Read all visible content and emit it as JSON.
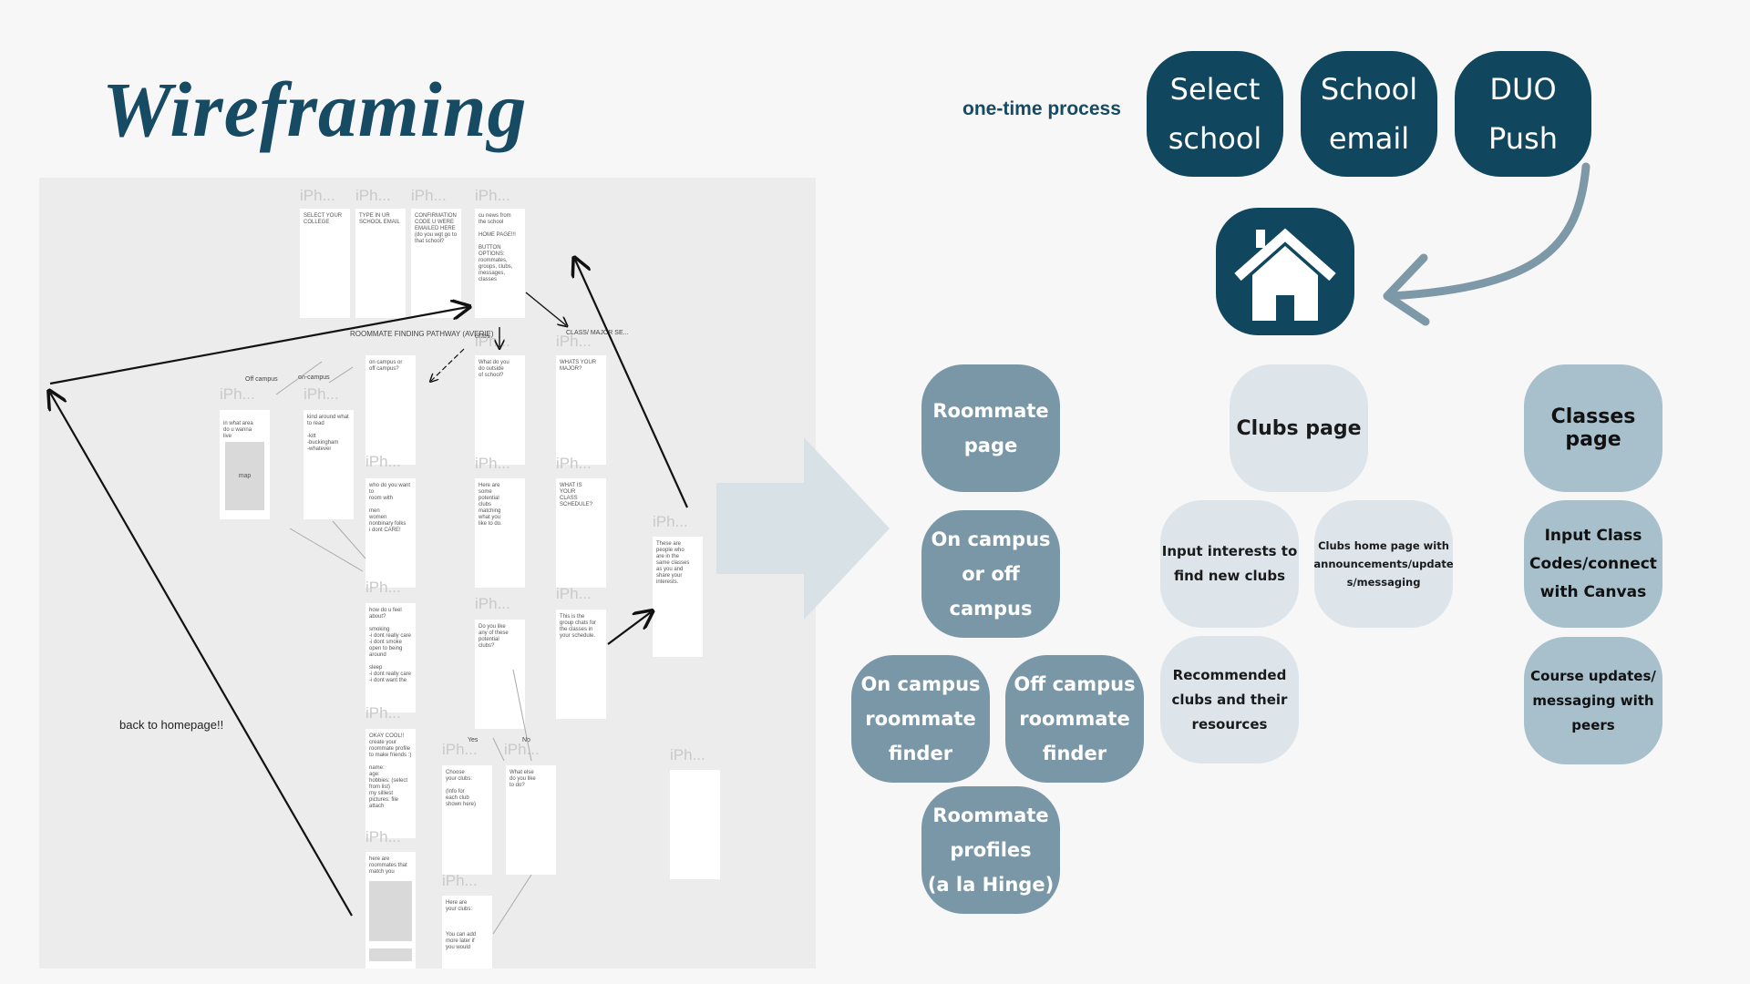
{
  "title": "Wireframing",
  "one_time_label": "one-time process",
  "top_steps": [
    "Select\nschool",
    "School\nemail",
    "DUO\nPush"
  ],
  "home_icon": "house-icon",
  "roommate_column": [
    "Roommate\npage",
    "On campus\nor off\ncampus",
    "On campus\nroommate\nfinder",
    "Off campus\nroommate\nfinder",
    "Roommate\nprofiles\n(a la Hinge)"
  ],
  "clubs_column": {
    "title": "Clubs page",
    "input": "Input interests to\nfind new clubs",
    "home": "Clubs home page with\nannouncements/update\ns/messaging",
    "recommended": "Recommended\nclubs and their\nresources"
  },
  "classes_column": {
    "title": "Classes page",
    "input": "Input Class\nCodes/connect\nwith Canvas",
    "updates": "Course updates/\nmessaging with\npeers"
  },
  "wireframe": {
    "phone_label": "iPh...",
    "back_label": "back to homepage!!",
    "roommate_path": "ROOMMATE FINDING\nPATHWAY (AVERIE)",
    "clubs_label": "clubs",
    "class_major": "CLASS/ MAJOR\nSE...",
    "off_campus": "Off campus",
    "on_campus": "on-campus",
    "yes": "Yes",
    "no": "No",
    "map": "map",
    "screens": {
      "select_college": "SELECT YOUR\nCOLLEGE",
      "school_email": "TYPE IN UR\nSCHOOL EMAIL",
      "confirmation": "CONFIRMATION\nCODE U WERE\nEMAILED HERE\n(do you wgt go to\nthat school?",
      "homepage": "cu news from\nthe school\n\nHOME PAGE!!!\n\nBUTTON\nOPTIONS:\nroommates,\ngroups, clubs,\nmessages,\nclasses",
      "area": "in what area\ndo u wanna\nlive",
      "neighborhoods": "kind around what to read\n\n-kitt\n-buckingham\n-whatever",
      "campus_q": "on campus or\noff campus?",
      "outside": "What do you\ndo outside\nof school?",
      "major": "WHATS YOUR\nMAJOR?",
      "room_with": "who do you want to\nroom with\n\nmen\nwomen\nnonbinary folks\ni dont CARE!",
      "potential_clubs": "Here are\nsome\npotential\nclubs\nmatching\nwhat you\nlike to do.",
      "schedule": "WHAT IS\nYOUR\nCLASS\nSCHEDULE?",
      "same_classes": "These are\npeople who\nare in the\nsame classes\nas you and\nshare your\ninterests.",
      "feel_about": "how do u feel about?\n\nsmoking\n-i dont really care\n-i dont smoke\nopen to being around\n\nsleep\n-i dont really care\n-i dont want the",
      "like_clubs": "Do you like\nany of these\npotential\nclubs?",
      "group_chats": "This is the\ngroup chats for\nthe classes in\nyour schedule.",
      "profile": "OKAY COOL!!\ncreate your\nroommate profile\nto make friends :)\n\nname:\nage:\nhobbies: (select\nfrom list)\nmy silliest\npictures: file\nattach",
      "choose_clubs": "Choose\nyour clubs:\n\n(Info for\neach club\nshown here)",
      "else_like": "What else\ndo you like\nto do?",
      "roommates_match": "here are\nroommates that\nmatch you",
      "here_clubs": "Here are\nyour clubs:\n\n\n\nYou can add\nmore later if\nyou would"
    }
  },
  "colors": {
    "dark": "#11465f",
    "mid": "#7a97a8",
    "light": "#dde5ea",
    "steel": "#a8bfcc",
    "title": "#174a63",
    "arrow": "#7d98a6"
  }
}
